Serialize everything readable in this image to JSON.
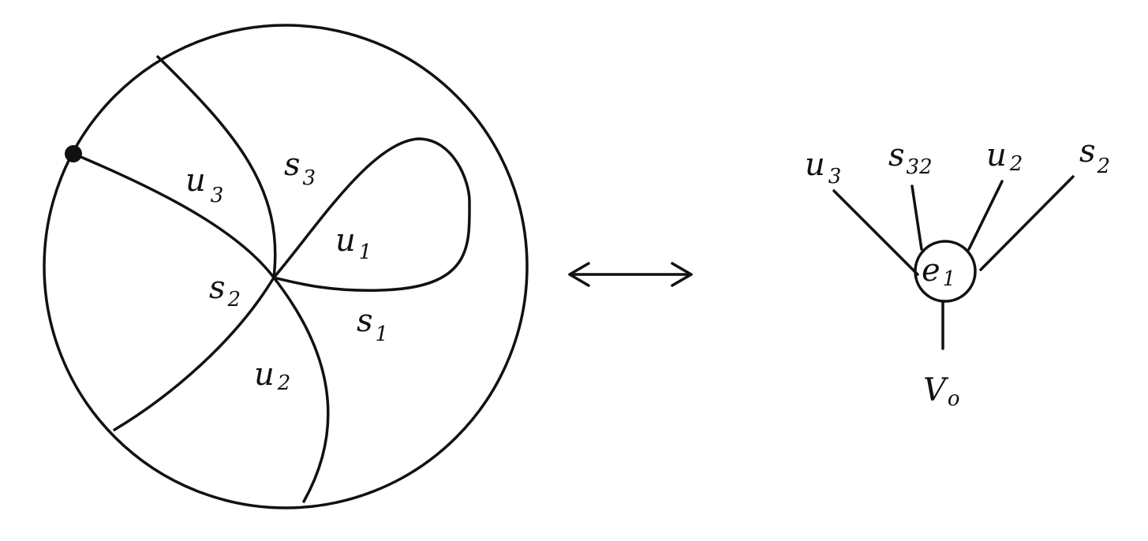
{
  "disk_regions": {
    "u3": {
      "main": "u",
      "sub": "3"
    },
    "s3": {
      "main": "s",
      "sub": "3"
    },
    "u1": {
      "main": "u",
      "sub": "1"
    },
    "s2": {
      "main": "s",
      "sub": "2"
    },
    "s1": {
      "main": "s",
      "sub": "1"
    },
    "u2": {
      "main": "u",
      "sub": "2"
    }
  },
  "tree": {
    "root": {
      "main": "e",
      "sub": "1"
    },
    "leaves": [
      {
        "main": "u",
        "sub": "3"
      },
      {
        "main": "s",
        "sub": "32"
      },
      {
        "main": "u",
        "sub": "2"
      },
      {
        "main": "s",
        "sub": "2"
      }
    ],
    "bottom": {
      "main": "V",
      "sub": "o"
    }
  },
  "colors": {
    "ink": "#111111",
    "background": "#ffffff"
  },
  "arrow_icon": "double-headed-arrow"
}
